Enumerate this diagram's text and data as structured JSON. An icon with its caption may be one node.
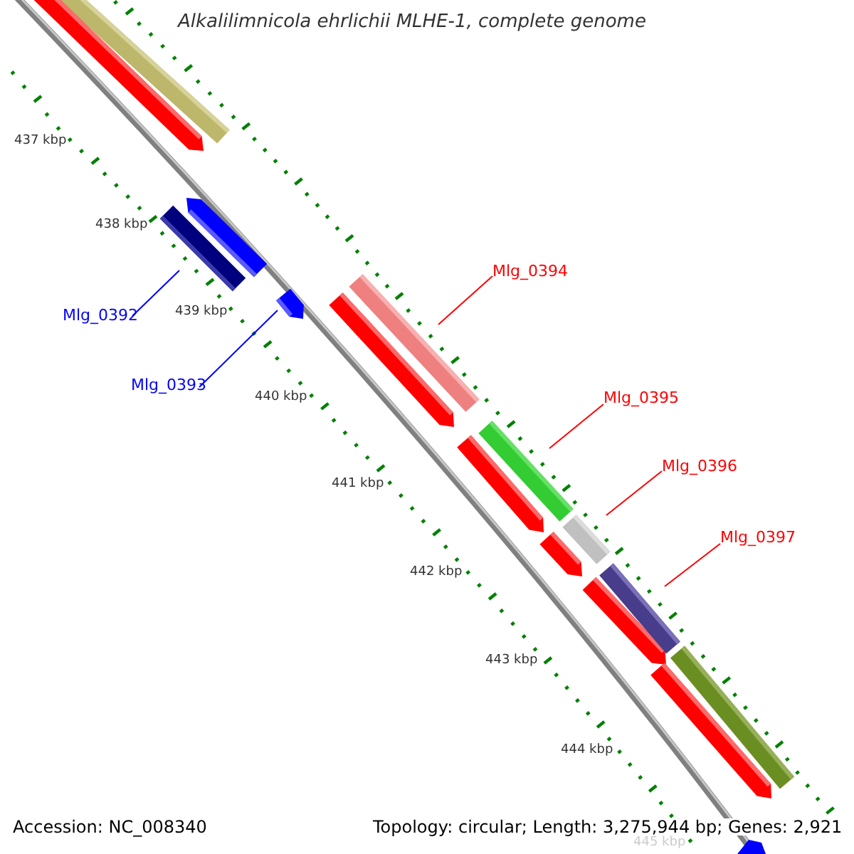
{
  "diagram": {
    "title": "Alkalilimnicola ehrlichii MLHE-1, complete genome",
    "nodes": [
      {
        "text": [
          "Mlg_0392"
        ]
      },
      {
        "text": [],
        "shape": "bar"
      },
      {
        "text": [
          "Mlg_0393"
        ]
      },
      {
        "text": [],
        "shape": "bar"
      },
      {
        "text": [
          "Mlg_0394"
        ]
      },
      {
        "text": [],
        "shape": "bar"
      },
      {
        "text": [
          "Mlg_0395"
        ]
      },
      {
        "text": [],
        "shape": "bar"
      },
      {
        "text": [
          "Mlg_0396"
        ]
      },
      {
        "text": [],
        "shape": "bar"
      },
      {
        "text": [
          "Mlg_0397"
        ]
      },
      {
        "text": [],
        "shape": "bar"
      }
    ],
    "edges": [
      {
        "from": 0,
        "to": 1,
        "arrow": "none",
        "color": "#0000ff"
      },
      {
        "from": 2,
        "to": 3,
        "arrow": "none",
        "color": "#0000ff"
      },
      {
        "from": 4,
        "to": 5,
        "arrow": "none"
      },
      {
        "from": 6,
        "to": 7,
        "arrow": "none"
      },
      {
        "from": 8,
        "to": 9,
        "arrow": "none"
      },
      {
        "from": 10,
        "to": 11,
        "arrow": "none"
      }
    ],
    "labels": [
      "437 kbp",
      "438 kbp",
      "439 kbp",
      "440 kbp",
      "441 kbp",
      "442 kbp",
      "443 kbp",
      "444 kbp",
      "445 kbp",
      "Accession: NC_008340",
      "Topology: circular; Length: 3,275,944 bp; Genes: 2,921"
    ]
  }
}
